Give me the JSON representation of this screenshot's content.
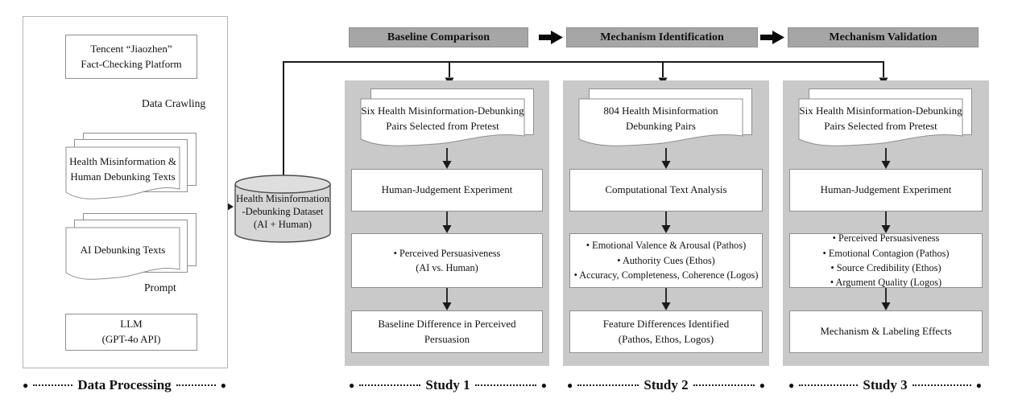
{
  "figure": {
    "stages": [
      "Baseline Comparison",
      "Mechanism Identification",
      "Mechanism Validation"
    ]
  },
  "data_processing": {
    "caption": "Data Processing",
    "platform_box": "Tencent “Jiaozhen”\nFact-Checking Platform",
    "crawl_label": "Data Crawling",
    "human_texts_doc": "Health Misinformation &\nHuman Debunking Texts",
    "ai_texts_doc": "AI Debunking Texts",
    "prompt_label": "Prompt",
    "llm_box": "LLM\n(GPT-4o API)"
  },
  "dataset": {
    "cylinder_label": "Health Misinformation\n-Debunking Dataset\n(AI + Human)"
  },
  "studies": [
    {
      "caption": "Study 1",
      "doc": "Six Health Misinformation-Debunking\nPairs Selected from Pretest",
      "step1": "Human-Judgement Experiment",
      "step2": "• Perceived Persuasiveness\n(AI vs. Human)",
      "step3": "Baseline Difference in Perceived Persuasion"
    },
    {
      "caption": "Study 2",
      "doc": "804 Health Misinformation\nDebunking Pairs",
      "step1": "Computational Text Analysis",
      "step2": "• Emotional Valence & Arousal (Pathos)\n• Authority Cues (Ethos)\n• Accuracy, Completeness, Coherence (Logos)",
      "step3": "Feature Differences Identified\n(Pathos, Ethos, Logos)"
    },
    {
      "caption": "Study 3",
      "doc": "Six Health Misinformation-Debunking\nPairs Selected from Pretest",
      "step1": "Human-Judgement Experiment",
      "step2": "• Perceived Persuasiveness\n• Emotional Contagion (Pathos)\n• Source Credibility (Ethos)\n• Argument Quality (Logos)",
      "step3": "Mechanism & Labeling Effects"
    }
  ],
  "decor": {
    "endpoint_dot": "●"
  },
  "colors": {
    "panel_bg": "#c9c9c9",
    "stage_bar_bg": "#a6a6a6",
    "cylinder_bg": "#d6d6d6",
    "box_border": "#8f8f8f",
    "line": "#1a1a1a"
  }
}
